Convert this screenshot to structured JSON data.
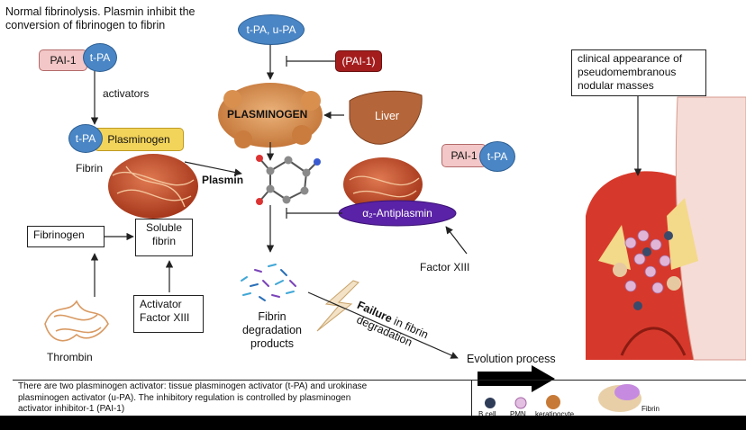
{
  "header": {
    "title_line1": "Normal fibrinolysis. Plasmin inhibit the",
    "title_line2": "conversion of fibrinogen to fibrin"
  },
  "left": {
    "pai1": "PAI-1",
    "tpa": "t-PA",
    "activators": "activators",
    "tpa2": "t-PA",
    "plasminogen_box": "Plasminogen",
    "fibrin": "Fibrin",
    "fibrinogen": "Fibrinogen",
    "soluble_line1": "Soluble",
    "soluble_line2": "fibrin",
    "activator_line1": "Activator",
    "activator_line2": "Factor XIII",
    "thrombin": "Thrombin"
  },
  "center": {
    "tpa_upa": "t-PA, u-PA",
    "pai1_inhibitor": "(PAI-1)",
    "plasminogen": "PLASMINOGEN",
    "liver": "Liver",
    "plasmin": "Plasmin",
    "pai1_right": "PAI-1",
    "tpa_right": "t-PA",
    "antiplasmin": "α₂-Antiplasmin",
    "factor13": "Factor XIII",
    "fdp_line1": "Fibrin",
    "fdp_line2": "degradation",
    "fdp_line3": "products",
    "failure_bold": "Failure",
    "failure_rest": " in fibrin",
    "failure_line2": "degradation",
    "evolution": "Evolution process"
  },
  "right": {
    "callout_line1": "clinical appearance of",
    "callout_line2": "pseudomembranous",
    "callout_line3": "nodular masses"
  },
  "footer": {
    "caption_line1": "There are two plasminogen activator: tissue plasminogen activator (t-PA) and urokinase",
    "caption_line2": "plasminogen activator (u-PA). The inhibitory regulation is controlled by plasminogen",
    "caption_line3": "activator inhibitor-1 (PAI-1)",
    "legend_bcell": "B cell",
    "legend_pmn": "PMN",
    "legend_keratinocyte": "keratinocyte",
    "legend_fibrin": "Fibrin"
  },
  "colors": {
    "pai_fill": "#f3c7c7",
    "tpa_fill": "#4a86c6",
    "pai_dark": "#a41d1d",
    "plasminogen_box": "#f3d45a",
    "antiplasmin": "#5a22a6",
    "fibrin_clot": "#c1542e",
    "plasminogen_blob": "#d48a4c",
    "liver": "#b4663a",
    "tissue_red": "#d6392b"
  }
}
